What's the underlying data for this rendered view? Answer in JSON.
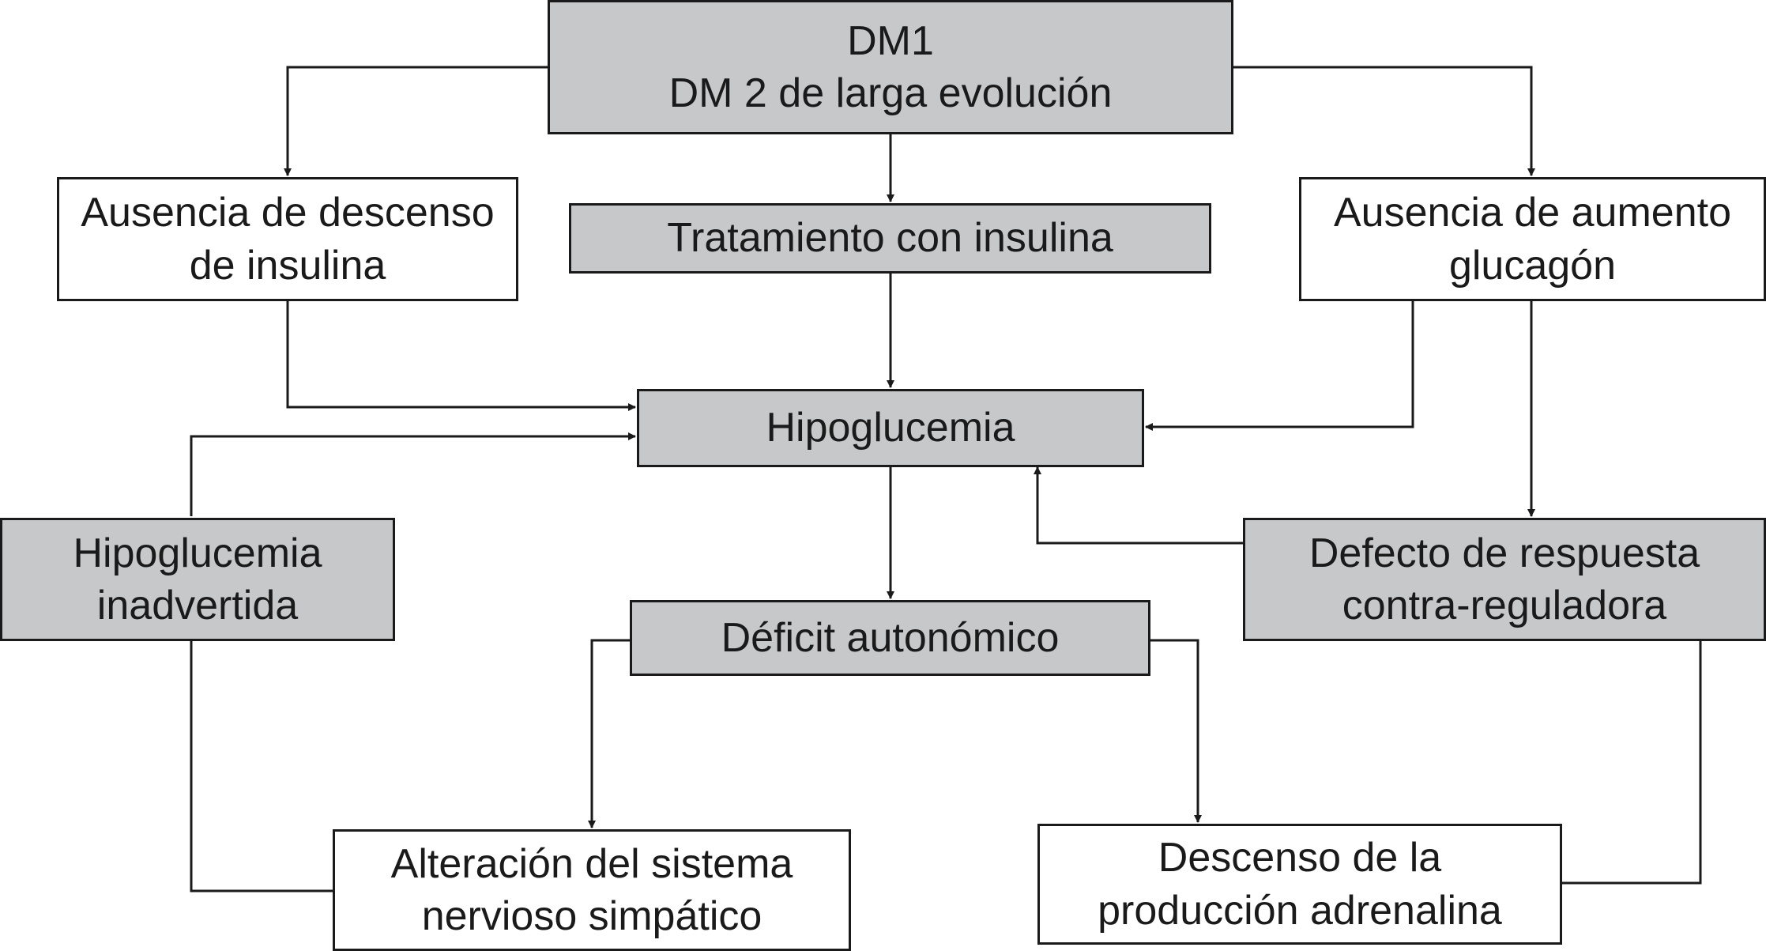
{
  "colors": {
    "gray_fill": "#c7c8ca",
    "white_fill": "#ffffff",
    "line": "#1a1a1a"
  },
  "nodes": {
    "dm": "DM1\nDM 2 de larga evolución",
    "ausencia_insulina": "Ausencia de descenso\nde insulina",
    "tratamiento": "Tratamiento con insulina",
    "ausencia_glucagon": "Ausencia de aumento\nglucagón",
    "hipoglucemia": "Hipoglucemia",
    "hipoglucemia_inadvertida": "Hipoglucemia\ninadvertida",
    "defecto_respuesta": "Defecto de respuesta\ncontra-reguladora",
    "deficit_autonomico": "Déficit autonómico",
    "alteracion_snc": "Alteración del sistema\nnervioso simpático",
    "descenso_adrenalina": "Descenso de la\nproducción adrenalina"
  }
}
